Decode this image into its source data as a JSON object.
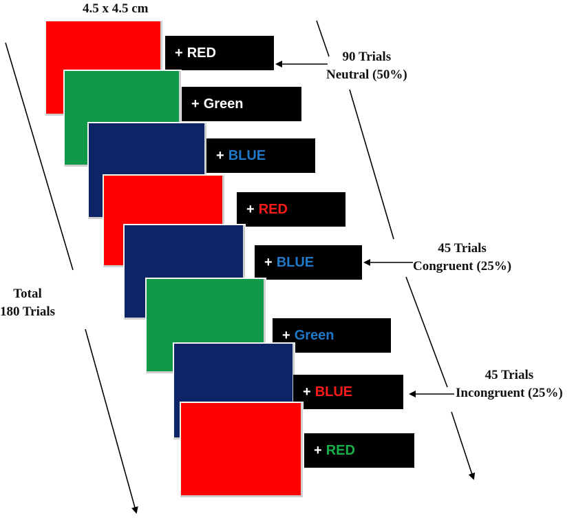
{
  "size_label": "4.5 x 4.5 cm",
  "total": {
    "line1": "Total",
    "line2": "180 Trials"
  },
  "groups": [
    {
      "line1": "90 Trials",
      "line2": "Neutral (50%)"
    },
    {
      "line1": "45 Trials",
      "line2": "Congruent (25%)"
    },
    {
      "line1": "45 Trials",
      "line2": "Incongruent (25%)"
    }
  ],
  "colors": {
    "red": "#ff0000",
    "green": "#0e9a48",
    "blue": "#0d2466",
    "word_blue": "#1f78c8",
    "word_red": "#ff1a1a",
    "word_green": "#18b04a",
    "white": "#ffffff",
    "box": "#000000"
  },
  "trials": [
    {
      "square_color": "#ff0000",
      "fixation": "+",
      "word": "RED",
      "word_color": "#ffffff"
    },
    {
      "square_color": "#0e9a48",
      "fixation": "+",
      "word": "Green",
      "word_color": "#ffffff"
    },
    {
      "square_color": "#0d2466",
      "fixation": "+",
      "word": "BLUE",
      "word_color": "#1f78c8"
    },
    {
      "square_color": "#ff0000",
      "fixation": "+",
      "word": "RED",
      "word_color": "#ff1a1a"
    },
    {
      "square_color": "#0d2466",
      "fixation": "+",
      "word": "BLUE",
      "word_color": "#1f78c8"
    },
    {
      "square_color": "#0e9a48",
      "fixation": "+",
      "word": "Green",
      "word_color": "#1f78c8"
    },
    {
      "square_color": "#0d2466",
      "fixation": "+",
      "word": "BLUE",
      "word_color": "#ff1a1a"
    },
    {
      "square_color": "#ff0000",
      "fixation": "+",
      "word": "RED",
      "word_color": "#18b04a"
    }
  ]
}
